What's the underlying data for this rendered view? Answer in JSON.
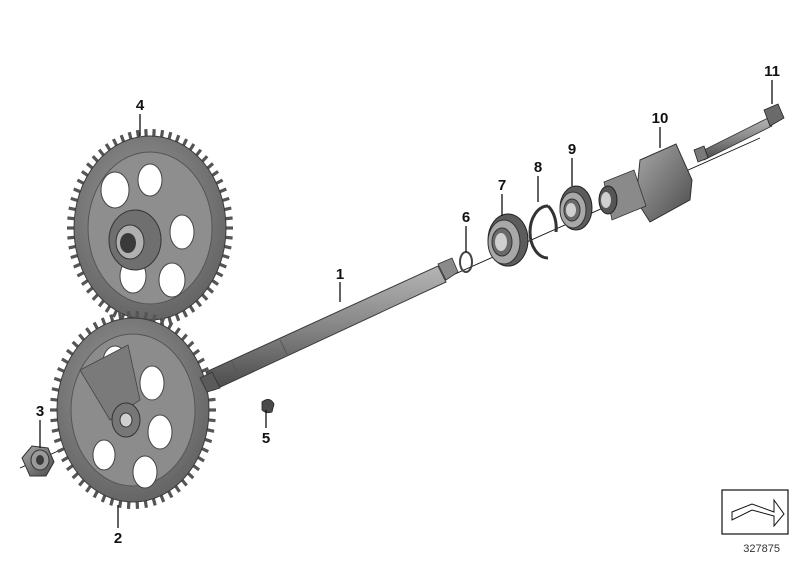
{
  "diagram": {
    "reference_number": "327875",
    "icon": "view-direction-arrow-icon",
    "colors": {
      "part_light": "#9a9a9a",
      "part_mid": "#6e6e6e",
      "part_dark": "#3f3f3f",
      "ink": "#111111"
    },
    "callouts": [
      {
        "id": "1",
        "label": "1"
      },
      {
        "id": "2",
        "label": "2"
      },
      {
        "id": "3",
        "label": "3"
      },
      {
        "id": "4",
        "label": "4"
      },
      {
        "id": "5",
        "label": "5"
      },
      {
        "id": "6",
        "label": "6"
      },
      {
        "id": "7",
        "label": "7"
      },
      {
        "id": "8",
        "label": "8"
      },
      {
        "id": "9",
        "label": "9"
      },
      {
        "id": "10",
        "label": "10"
      },
      {
        "id": "11",
        "label": "11"
      }
    ]
  }
}
